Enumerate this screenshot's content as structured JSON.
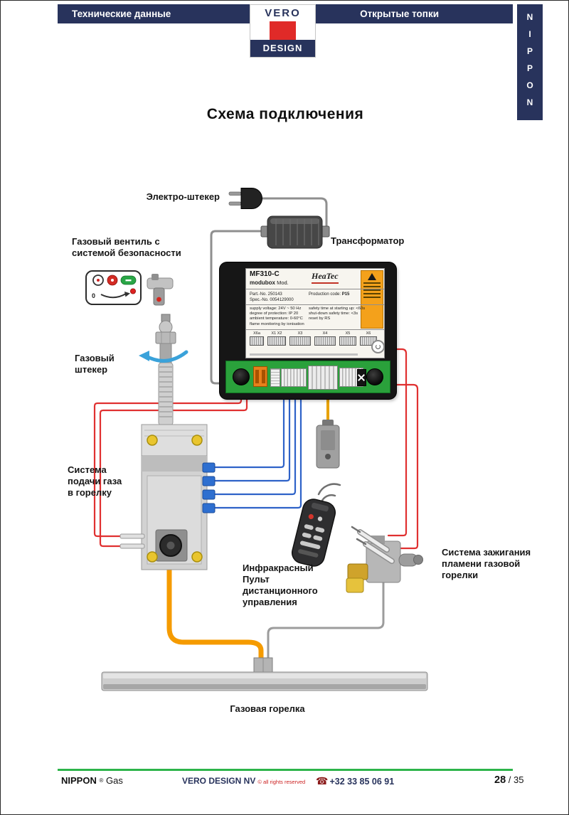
{
  "header": {
    "left_tab": "Технические данные",
    "right_tab": "Открытые топки",
    "logo_top": "VERO",
    "logo_bottom": "DESIGN",
    "nippon_vertical": "N\nI\nP\nP\nO\nN"
  },
  "title": "Схема подключения",
  "diagram": {
    "labels": {
      "electric_plug": "Электро-штекер",
      "transformer": "Трансформатор",
      "gas_valve": "Газовый вентиль с\nсистемой безопасности",
      "gas_plug": "Газовый\nштекер",
      "gas_supply": "Система\nподачи газа\nв горелку",
      "remote": "Инфракрасный\nПульт\nдистанционного\nуправления",
      "ignition": "Система зажигания\nпламени газовой\nгорелки",
      "burner": "Газовая горелка"
    },
    "valve_zero": "0",
    "control_box": {
      "model": "MF310-C",
      "modubox": "modubox",
      "mod": "Mod.",
      "brand": "HeaTec",
      "part_no": "Part.-No. 250143",
      "spec_no": "Spec.-No. 0054129000",
      "production_label": "Production code:",
      "production_value": "P15",
      "specs_left": "supply voltage: 24V ~ 50 Hz\ndegree of protection: IP 20\nambient temperature: 0-60°C\nflame monitoring by ionisation",
      "specs_right": "safety time at starting up: <60s\nshut-down safety time: <3s\nreset by RS",
      "terminals": [
        "X6a",
        "X1 X2",
        "X3",
        "X4",
        "X5",
        "X6"
      ]
    }
  },
  "footer": {
    "brand": "NIPPON",
    "reg": "®",
    "brand_suffix": "Gas",
    "company": "VERO DESIGN NV",
    "rights": "© all rights reserved",
    "phone_icon": "☎",
    "phone": "+32 33 85 06 91",
    "page": "28",
    "page_total": "/ 35"
  }
}
